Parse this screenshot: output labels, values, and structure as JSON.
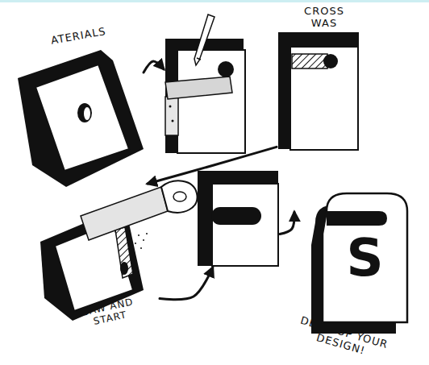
{
  "diagram": {
    "nodes": [
      {
        "text": [
          "ATERIALS"
        ]
      },
      {
        "text": []
      },
      {
        "text": [
          "CROSS WAS"
        ]
      },
      {
        "text": [
          "SAW AND START"
        ]
      },
      {
        "text": []
      },
      {
        "text": [
          "S",
          "DEVELOP YOUR DESIGN!"
        ]
      }
    ],
    "edges": [
      {
        "from": 0,
        "to": 1,
        "arrow": "to"
      },
      {
        "from": 2,
        "to": 3,
        "arrow": "to"
      },
      {
        "from": 3,
        "to": 4,
        "arrow": "to"
      },
      {
        "from": 4,
        "to": 5,
        "arrow": "to"
      }
    ]
  }
}
